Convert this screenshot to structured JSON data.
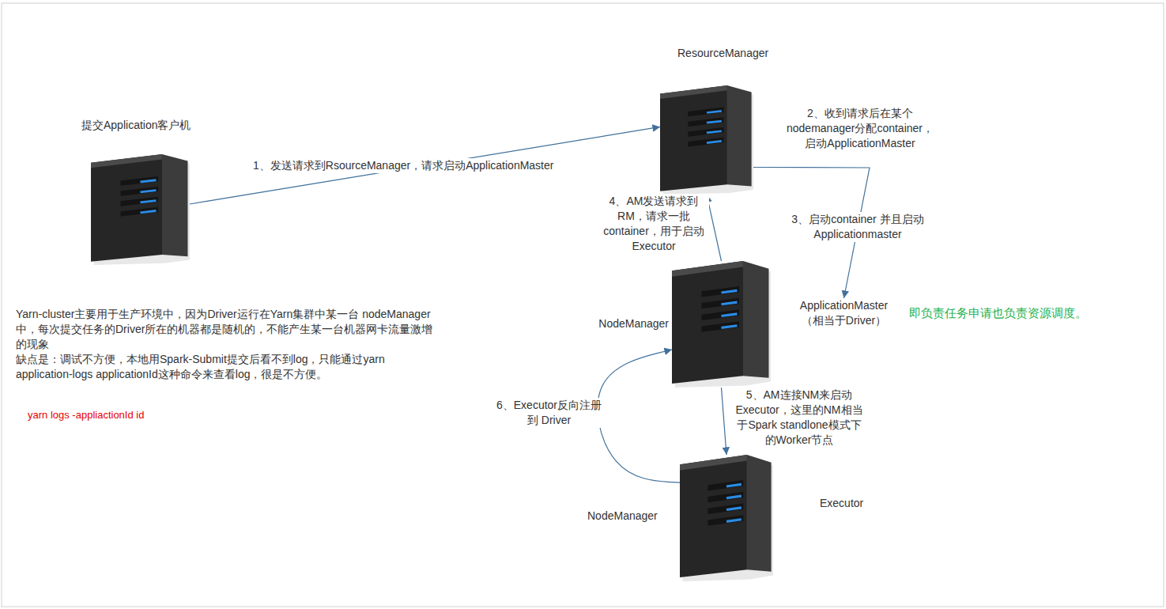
{
  "diagram": {
    "nodes": [
      {
        "text": [
          "提交Application客户机"
        ]
      },
      {
        "text": [
          "ResourceManager"
        ]
      },
      {
        "text": [
          "ApplicationMaster （相当于Driver）"
        ]
      },
      {
        "text": [
          "NodeManager"
        ]
      },
      {
        "text": [
          "NodeManager",
          "Executor"
        ]
      }
    ],
    "edges": [
      {
        "from": 0,
        "to": 1,
        "arrow": "to",
        "label": "1、发送请求到RsourceManager，请求启动ApplicationMaster"
      },
      {
        "from": 1,
        "to": 2,
        "arrow": "to",
        "label": "2、收到请求后在某个 nodemanager分配container， 启动ApplicationMaster"
      },
      {
        "from": 3,
        "to": 1,
        "arrow": "to",
        "label": "4、AM发送请求到 RM，请求一批 container，用于启动Executor"
      },
      {
        "from": 3,
        "to": 4,
        "arrow": "to",
        "label": "5、AM连接NM来启动 Executor，这里的NM相当于Spark standlone模式下的Worker节点"
      },
      {
        "from": 4,
        "to": 3,
        "arrow": "to",
        "label": "6、Executor反向注册到 Driver"
      }
    ],
    "labels": [
      "Yarn-cluster主要用于生产环境中，因为Driver运行在Yarn集群中某一台 nodeManager中，每次提交任务的Driver所在的机器都是随机的，不能产生某一台机器网卡流量激增的现象",
      "缺点是：调试不方便，本地用Spark-Submit提交后看不到log，只能通过yarn application-logs applicationId这种命令来查看log，很是不方便。",
      "yarn logs -appliactionId id",
      "即负责任务申请也负责资源调度。",
      "3、启动container 并且启动Applicationmaster"
    ]
  }
}
